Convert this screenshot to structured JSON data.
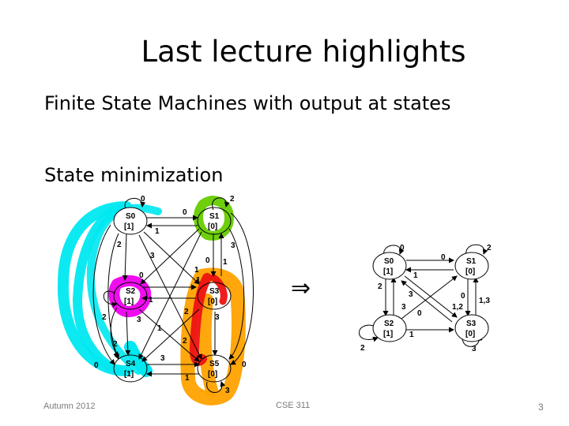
{
  "slide": {
    "title": "Last lecture highlights",
    "bullet1": "Finite State Machines with output at states",
    "bullet2": "State minimization",
    "implies": "⇒",
    "footer_left": "Autumn 2012",
    "footer_center": "CSE 311",
    "footer_right": "3"
  },
  "left_fsm": {
    "states": [
      {
        "name": "S0",
        "output": "[1]"
      },
      {
        "name": "S1",
        "output": "[0]"
      },
      {
        "name": "S2",
        "output": "[1]"
      },
      {
        "name": "S3",
        "output": "[0]"
      },
      {
        "name": "S4",
        "output": "[1]"
      },
      {
        "name": "S5",
        "output": "[0]"
      }
    ],
    "edge_labels": [
      "0",
      "2",
      "0",
      "1",
      "2",
      "3",
      "3",
      "0",
      "1",
      "1",
      "1",
      "1",
      "2",
      "3",
      "2",
      "3",
      "1",
      "2",
      "3",
      "2",
      "0",
      "0",
      "1",
      "3",
      "0"
    ],
    "highlight_colors": {
      "cyan": "#00e8f0",
      "green": "#66cc00",
      "magenta": "#ee00ee",
      "red": "#ee1111",
      "orange": "#ffa200"
    }
  },
  "right_fsm": {
    "states": [
      {
        "name": "S0",
        "output": "[1]"
      },
      {
        "name": "S1",
        "output": "[0]"
      },
      {
        "name": "S2",
        "output": "[1]"
      },
      {
        "name": "S3",
        "output": "[0]"
      }
    ],
    "edge_labels": [
      "0",
      "2",
      "0",
      "1",
      "2",
      "3",
      "3",
      "0",
      "0",
      "1,2",
      "1,3",
      "1",
      "2",
      "3"
    ]
  }
}
